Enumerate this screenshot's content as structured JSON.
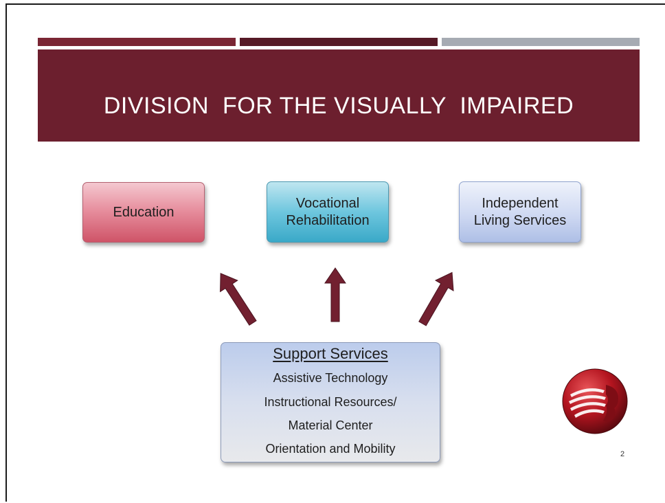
{
  "slide": {
    "title": "DIVISION  FOR THE VISUALLY  IMPAIRED",
    "page_number": "2",
    "colors": {
      "title_band": "#6c1f2e",
      "strip_left": "#7a2634",
      "strip_middle": "#561a26",
      "strip_right": "#a6abb3",
      "arrow": "#722030"
    }
  },
  "boxes": {
    "education": {
      "label": "Education"
    },
    "vocational": {
      "line1": "Vocational",
      "line2": "Rehabilitation"
    },
    "independent": {
      "line1": "Independent",
      "line2": "Living Services"
    }
  },
  "support": {
    "heading": "Support Services",
    "items": [
      "Assistive Technology",
      "Instructional Resources/",
      "Material Center",
      "Orientation and Mobility"
    ]
  },
  "logo": {
    "icon": "division-logo-icon"
  }
}
